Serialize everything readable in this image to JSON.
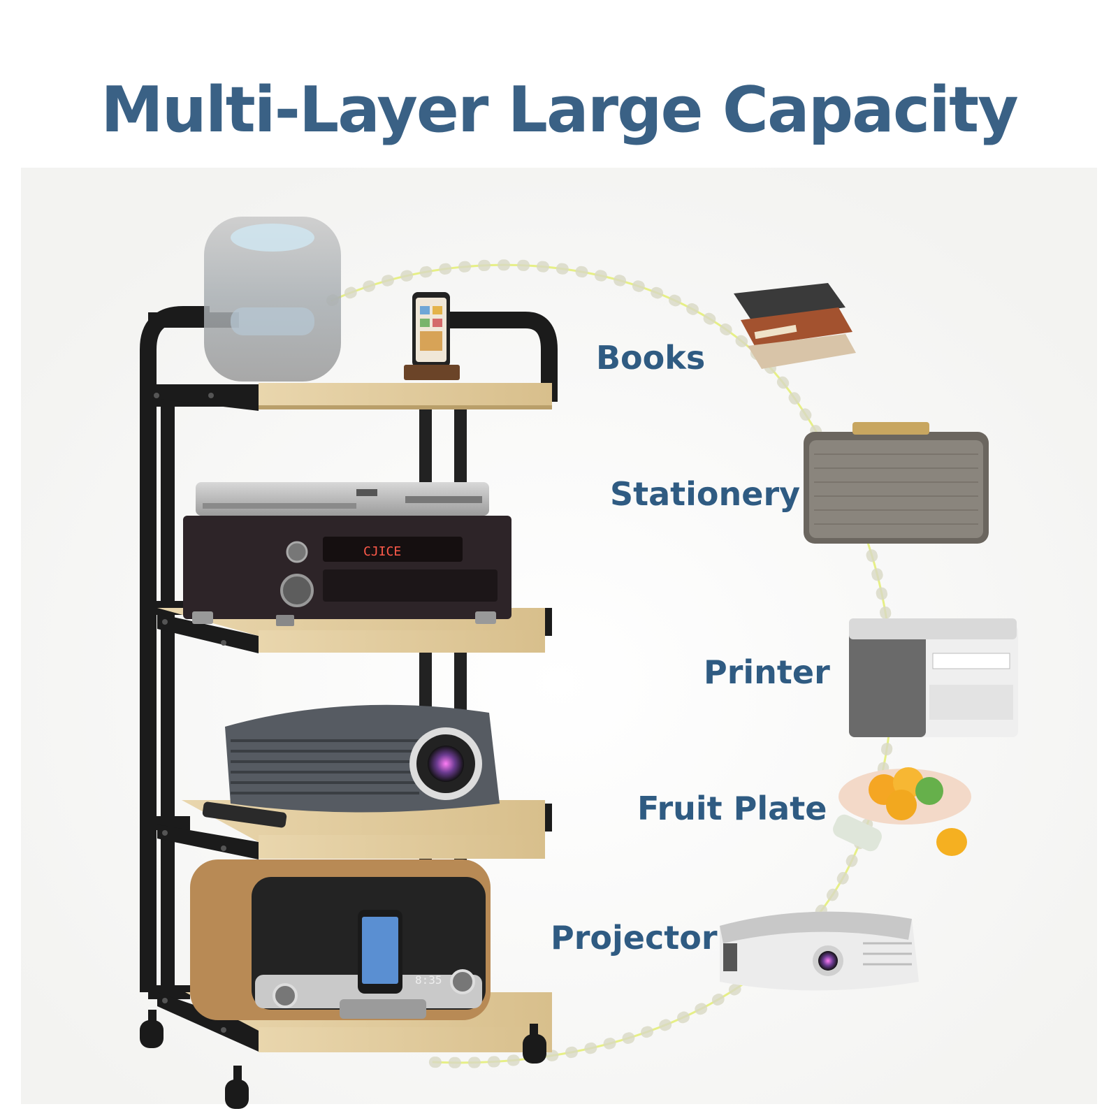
{
  "title": "Multi-Layer Large Capacity",
  "labels": {
    "books": "Books",
    "stationery": "Stationery",
    "printer": "Printer",
    "fruit_plate": "Fruit Plate",
    "projector": "Projector"
  },
  "receiver_display": "CJICE",
  "radio_clock": "8:35",
  "colors": {
    "title": "#3a6185",
    "label": "#2f5b82",
    "frame": "#1b1b1b",
    "shelf": "#e3cfa3",
    "arc": "#e2ec7c"
  }
}
